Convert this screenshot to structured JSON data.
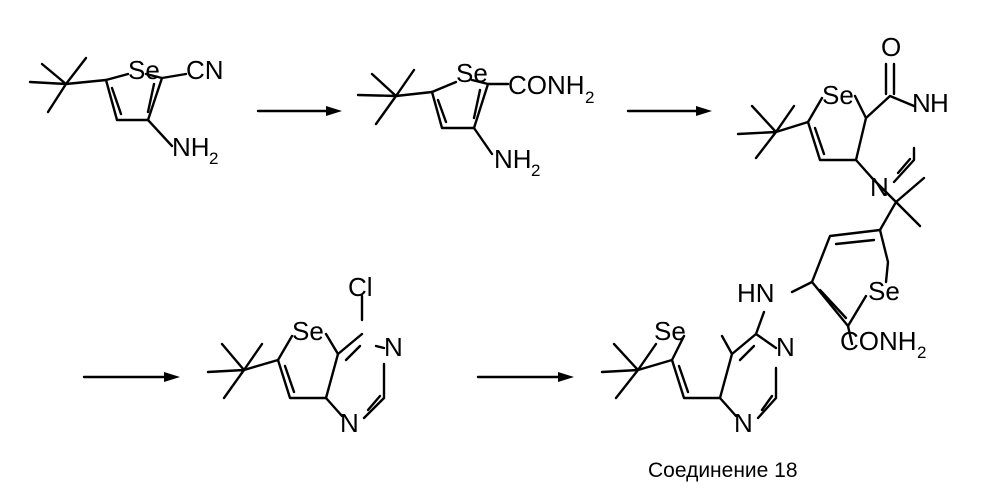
{
  "scheme": {
    "labels": {
      "se": "Se",
      "cn": "CN",
      "nh": "NH",
      "h2": "2",
      "conh": "CONH",
      "o": "O",
      "h": "H",
      "n": "N",
      "cl": "Cl",
      "hn": "HN"
    },
    "caption": "Соединение 18"
  }
}
